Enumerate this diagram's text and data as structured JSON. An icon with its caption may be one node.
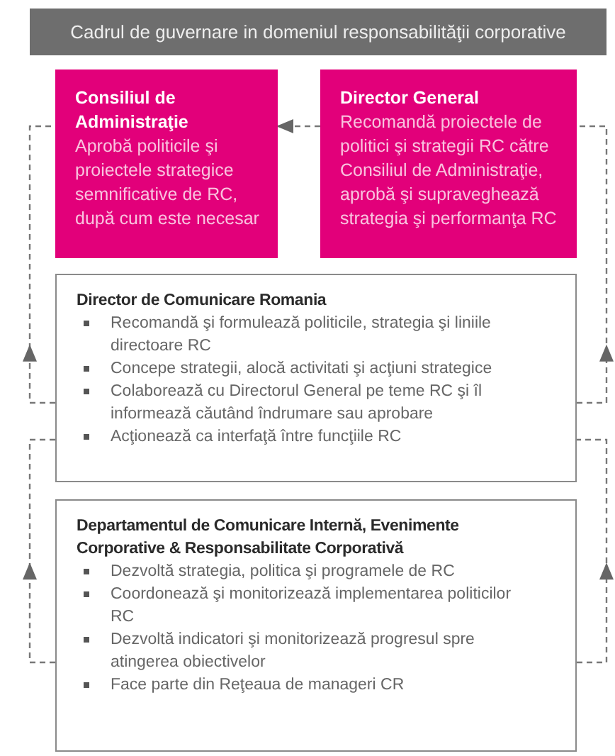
{
  "diagram": {
    "title": "Cadrul de guvernare in domeniul responsabilităţii corporative",
    "nodes": [
      {
        "text": [
          "Consiliul de Administraţie",
          "Aprobă politicile şi proiectele strategice semnificative de RC, după cum este necesar"
        ]
      },
      {
        "text": [
          "Director General",
          "Recomandă proiectele de politici şi strategii RC către Consiliul de Administraţie, aprobă şi supraveghează strategia şi performanţa RC"
        ]
      },
      {
        "text": [
          "Director de Comunicare Romania",
          "Recomandă şi formulează politicile, strategia şi liniile directoare RC",
          "Concepe strategii, alocă activitati şi acţiuni strategice",
          "Colaborează cu Directorul General pe teme RC şi îl informează căutând îndrumare sau aprobare",
          "Acţionează ca interfaţă între funcţiile  RC"
        ]
      },
      {
        "text": [
          "Departamentul de Comunicare Internă, Evenimente Corporative & Responsabilitate Corporativă",
          "Dezvoltă strategia, politica şi programele de RC",
          "Coordonează şi monitorizează implementarea politicilor RC",
          "Dezvoltă indicatori şi monitorizează progresul spre atingerea obiectivelor",
          "Face parte din Reţeaua de manageri CR"
        ]
      }
    ],
    "edges": [
      {
        "from": 1,
        "to": 0,
        "arrow": "to",
        "style": "dashed"
      },
      {
        "from": 2,
        "to": 0,
        "arrow": "to",
        "style": "dashed"
      },
      {
        "from": 2,
        "to": 1,
        "arrow": "to",
        "style": "dashed"
      },
      {
        "from": 3,
        "to": 2,
        "arrow": "to",
        "style": "dashed"
      },
      {
        "from": 3,
        "to": 2,
        "arrow": "to",
        "style": "dashed"
      }
    ]
  }
}
